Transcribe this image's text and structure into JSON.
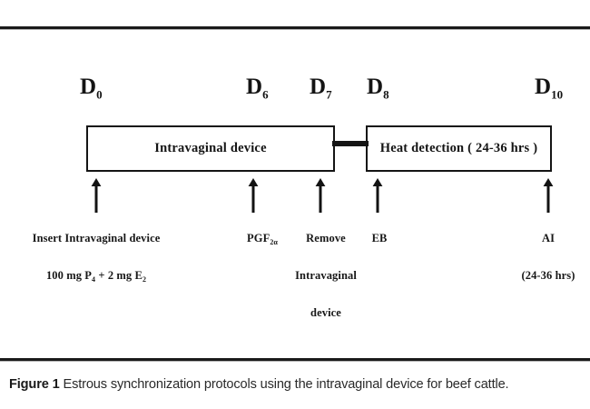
{
  "figure": {
    "caption_label": "Figure 1",
    "caption_text": "Estrous synchronization protocols using the intravaginal device for beef cattle."
  },
  "timeline": {
    "day_markers": [
      {
        "letter": "D",
        "sub": "0"
      },
      {
        "letter": "D",
        "sub": "6"
      },
      {
        "letter": "D",
        "sub": "7"
      },
      {
        "letter": "D",
        "sub": "8"
      },
      {
        "letter": "D",
        "sub": "10"
      }
    ],
    "boxes": [
      {
        "label": "Intravaginal device"
      },
      {
        "label": "Heat detection ( 24-36 hrs )"
      }
    ],
    "annotations": [
      {
        "line1": "Insert Intravaginal device",
        "line2_pre": "100 mg P",
        "line2_sub1": "4",
        "line2_mid": " + 2 mg E",
        "line2_sub2": "2"
      },
      {
        "line1_pre": "PGF",
        "line1_sub": "2α"
      },
      {
        "line1": "Remove",
        "line2": "Intravaginal",
        "line3": "device"
      },
      {
        "line1": "EB"
      },
      {
        "line1": "AI",
        "line2": "(24-36 hrs)"
      }
    ]
  },
  "colors": {
    "ink": "#141414",
    "rule": "#1a1a1a",
    "background": "#ffffff"
  }
}
